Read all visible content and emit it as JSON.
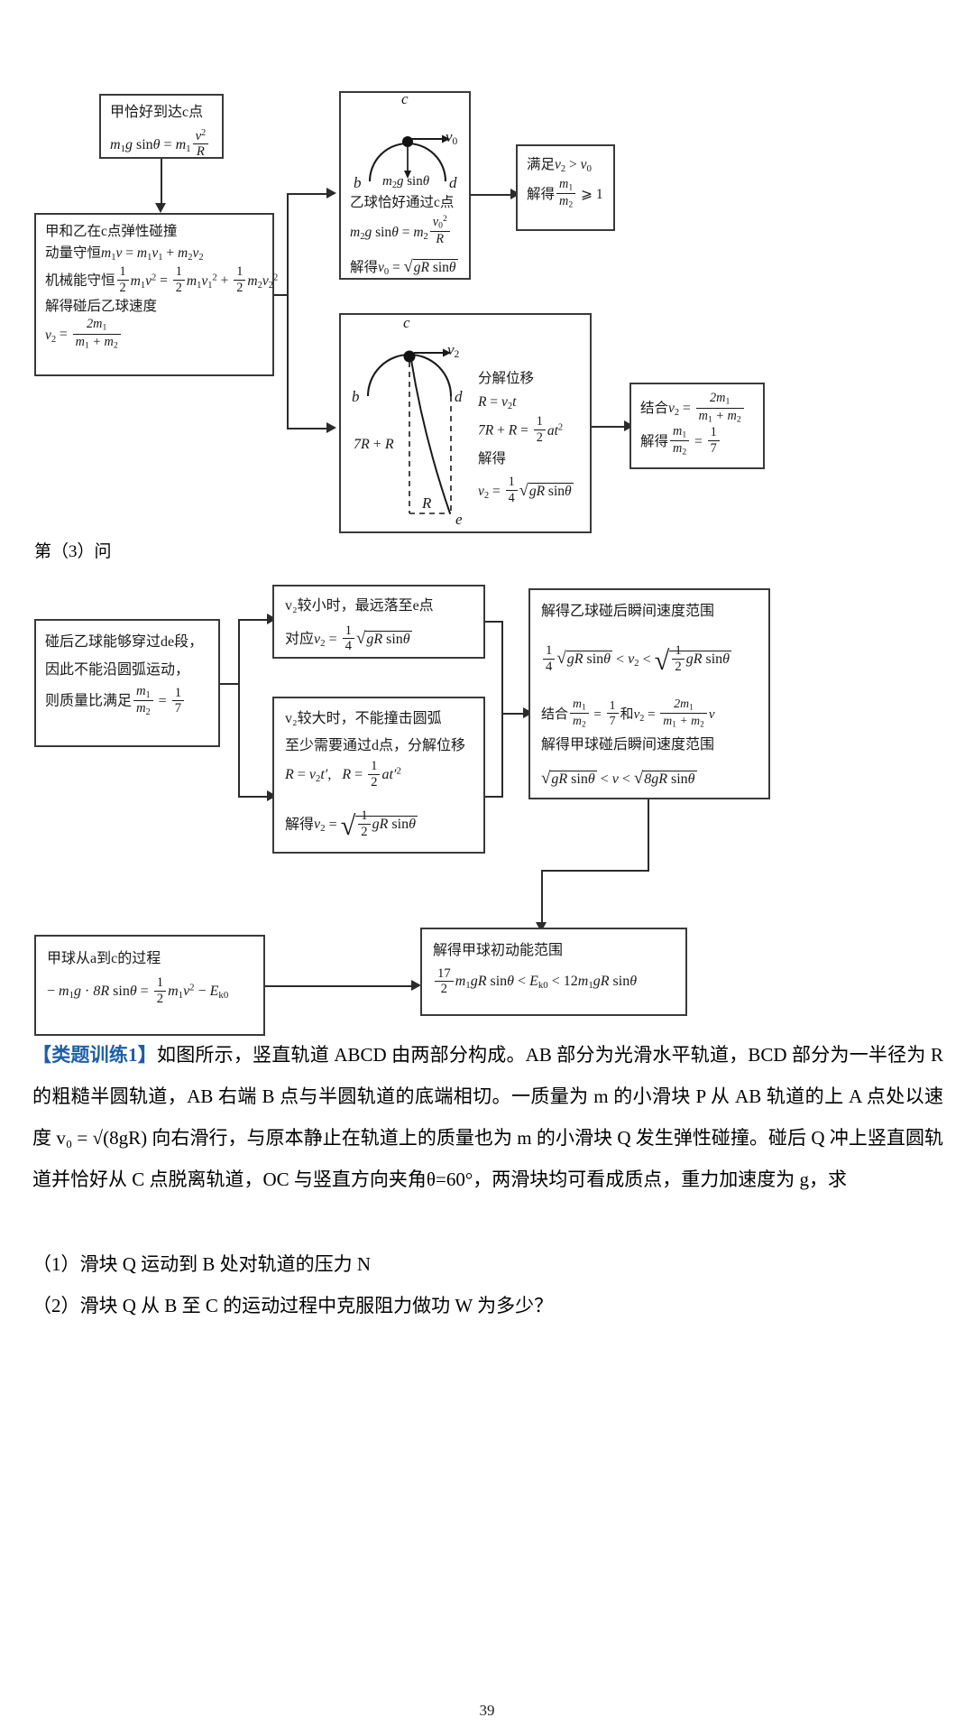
{
  "section_label": "第（3）问",
  "page_number": "39",
  "flow1": {
    "box_a": {
      "line1": "甲恰好到达c点",
      "eq": "m₁g sinθ = m₁ v²/R"
    },
    "box_b": {
      "line1": "甲和乙在c点弹性碰撞",
      "line2": "动量守恒 m₁v = m₁v₁ + m₂v₂",
      "line3": "机械能守恒 ½m₁v² = ½m₁v₁² + ½m₂v₂²",
      "line4": "解得碰后乙球速度",
      "line5": "v₂ = 2m₁/(m₁+m₂)"
    },
    "box_c": {
      "diagram_labels": {
        "c": "c",
        "b": "b",
        "d": "d",
        "v": "v₀",
        "force": "m₂g sinθ"
      },
      "line1": "乙球恰好通过c点",
      "line2": "m₂g sinθ = m₂ v₀²/R",
      "line3": "解得 v₀ = √(gR sinθ)"
    },
    "box_d": {
      "line1": "满足 v₂ > v₀",
      "line2": "解得 m₁/m₂ ≥ 1"
    },
    "box_e": {
      "diagram_labels": {
        "c": "c",
        "b": "b",
        "d": "d",
        "e": "e",
        "v": "v₂",
        "height": "7R + R",
        "radius": "R"
      },
      "line1": "分解位移",
      "line2": "R = v₂t",
      "line3": "7R + R = ½at²",
      "line4": "解得",
      "line5": "v₂ = ¼√(gR sinθ)"
    },
    "box_f": {
      "line1": "结合 v₂ = 2m₁/(m₁+m₂)",
      "line2": "解得 m₁/m₂ = 1/7"
    }
  },
  "flow2": {
    "box_g": {
      "line1": "碰后乙球能够穿过de段，",
      "line2": "因此不能沿圆弧运动，",
      "line3": "则质量比满足 m₁/m₂ = 1/7"
    },
    "box_h": {
      "line1": "v₂较小时，最远落至e点",
      "line2": "对应 v₂ = ¼√(gR sinθ)"
    },
    "box_i": {
      "line1": "v₂较大时，不能撞击圆弧",
      "line2": "至少需要通过d点，分解位移",
      "line3": "R = v₂t′，  R = ½at′²",
      "line4": "解得 v₂ = √(½gR sinθ)"
    },
    "box_j": {
      "line1": "解得乙球碰后瞬间速度范围",
      "line2": "¼√(gR sinθ) < v₂ < √(½gR sinθ)",
      "line3": "结合 m₁/m₂ = 1/7 和 v₂ = 2m₁/(m₁+m₂) v",
      "line4": "解得甲球碰后瞬间速度范围",
      "line5": "√(gR sinθ) < v < √(8gR sinθ)"
    },
    "box_k": {
      "line1": "甲球从a到c的过程",
      "line2": "− m₁g · 8R sinθ = ½m₁v² − E_k0"
    },
    "box_l": {
      "line1": "解得甲球初动能范围",
      "line2": "17/2 m₁gR sinθ < E_k0 < 12m₁gR sinθ"
    }
  },
  "problem": {
    "tag": "【类题训练1】",
    "body": "如图所示，竖直轨道 ABCD 由两部分构成。AB 部分为光滑水平轨道，BCD 部分为一半径为 R 的粗糙半圆轨道，AB 右端 B 点与半圆轨道的底端相切。一质量为 m 的小滑块 P 从 AB 轨道的上 A 点处以速度 v₀ = √(8gR) 向右滑行，与原本静止在轨道上的质量也为 m 的小滑块 Q 发生弹性碰撞。碰后 Q 冲上竖直圆轨道并恰好从 C 点脱离轨道，OC 与竖直方向夹角θ=60°，两滑块均可看成质点，重力加速度为 g，求",
    "q1": "（1）滑块 Q 运动到 B 处对轨道的压力 N",
    "q2": "（2）滑块 Q 从 B 至 C 的运动过程中克服阻力做功 W 为多少？"
  },
  "colors": {
    "box_border": "#3a3a3a",
    "connector": "#2b2b2b",
    "accent_heading": "#1f5ea8",
    "text": "#1a1a1a"
  }
}
